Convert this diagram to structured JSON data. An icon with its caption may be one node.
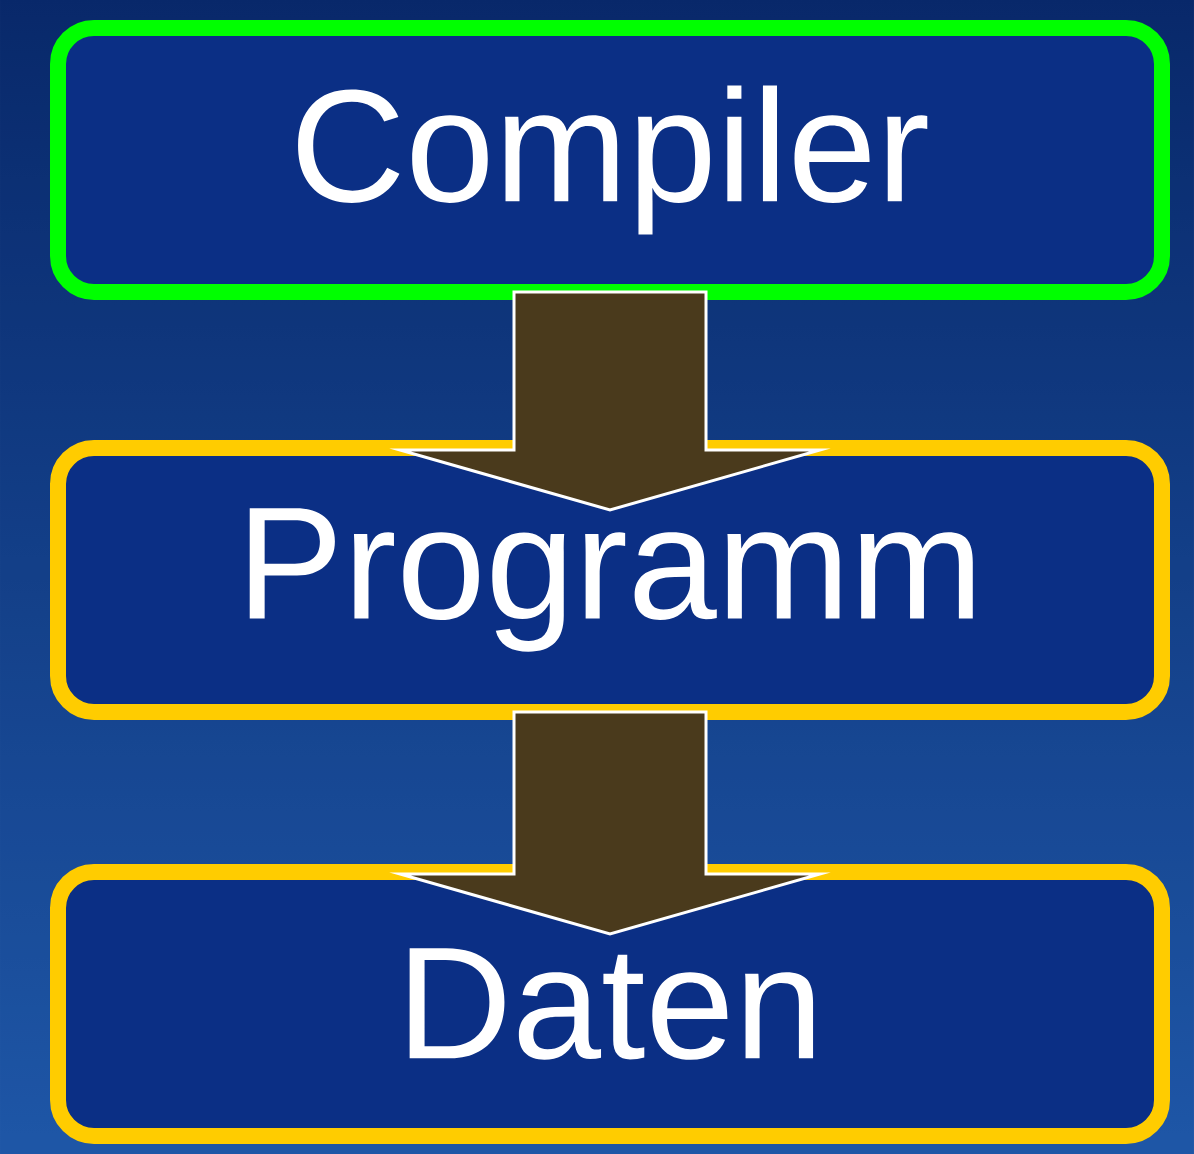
{
  "diagram": {
    "nodes": [
      {
        "text": [
          "Compiler"
        ]
      },
      {
        "text": [
          "Programm"
        ]
      },
      {
        "text": [
          "Daten"
        ]
      }
    ],
    "edges": [
      {
        "from": 0,
        "to": 1,
        "arrow": "to"
      },
      {
        "from": 1,
        "to": 2,
        "arrow": "to"
      }
    ]
  }
}
